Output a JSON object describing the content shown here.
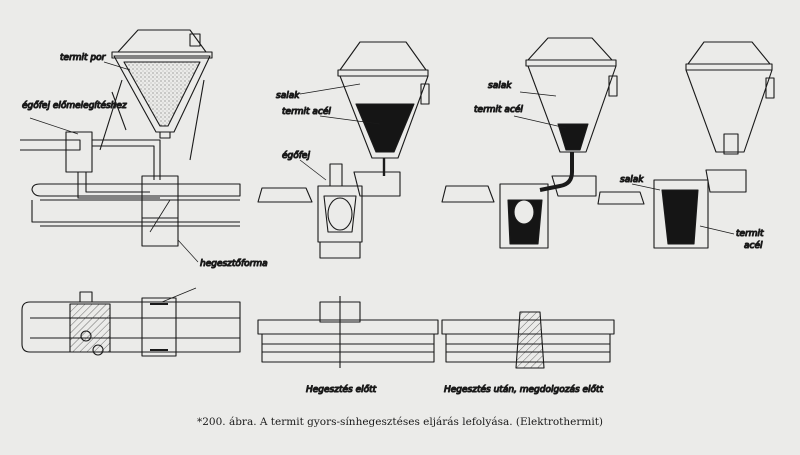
{
  "labels": {
    "termit_por": "termit por",
    "egofej_elomelegiteshez": "égőfej előmelegítéshez",
    "egofej": "égőfej",
    "hegesztoforma": "hegesztőforma",
    "salak_1": "salak",
    "termit_acel_1": "termit acél",
    "salak_2": "salak",
    "termit_acel_2": "termit acél",
    "salak_3": "salak",
    "termit_3": "termit",
    "acel_3": "acél",
    "hegesztes_elott": "Hegesztés előtt",
    "hegesztes_utan": "Hegesztés után, megdolgozás előtt"
  },
  "caption": "*200. ábra. A termit gyors-sínhegesztéses eljárás lefolyása. (Elektrothermit)",
  "colors": {
    "paper": "#ebebe9",
    "ink": "#1a1a1a",
    "molten": "#141414"
  }
}
